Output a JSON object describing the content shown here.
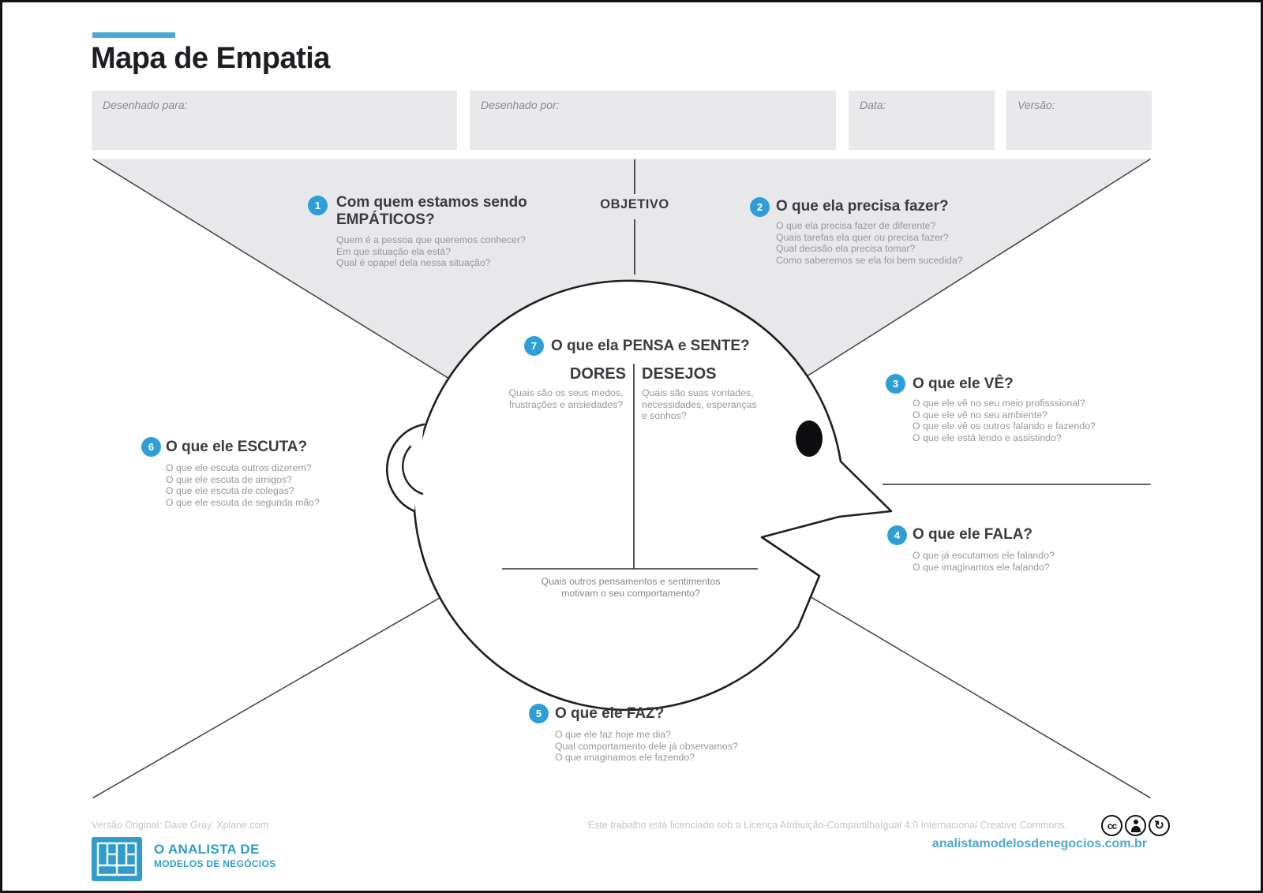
{
  "title": "Mapa de Empatia",
  "header_fields": {
    "f1": "Desenhado para:",
    "f2": "Desenhado por:",
    "f3": "Data:",
    "f4": "Versão:"
  },
  "objective_label": "OBJETIVO",
  "sections": {
    "s1": {
      "num": "1",
      "title_line1": "Com quem estamos sendo",
      "title_line2": "EMPÁTICOS?",
      "questions": [
        "Quem é a pessoa que queremos conhecer?",
        "Em que situação ela está?",
        "Qual é opapel dela nessa situação?"
      ]
    },
    "s2": {
      "num": "2",
      "title": "O que ela precisa fazer?",
      "questions": [
        "O que ela precisa fazer de diferente?",
        "Quais tarefas ela quer ou precisa fazer?",
        "Qual decisão ela precisa tomar?",
        "Como saberemos se ela foi bem sucedida?"
      ]
    },
    "s3": {
      "num": "3",
      "title": "O que ele VÊ?",
      "questions": [
        "O que ele vê no seu meio profisssional?",
        "O que ele vê no seu ambiente?",
        "O que ele vê os outros falando e fazendo?",
        "O que ele está lendo e assistindo?"
      ]
    },
    "s4": {
      "num": "4",
      "title": "O que ele FALA?",
      "questions": [
        "O que já escutamos ele falando?",
        "O que imaginamos ele falando?"
      ]
    },
    "s5": {
      "num": "5",
      "title": "O que ele FAZ?",
      "questions": [
        "O que ele faz hoje me dia?",
        "Qual comportamento dele já observamos?",
        "O que imaginamos ele fazendo?"
      ]
    },
    "s6": {
      "num": "6",
      "title": "O que ele ESCUTA?",
      "questions": [
        "O que ele escuta outros dizerem?",
        "O que ele escuta de amigos?",
        "O que ele escuta de colegas?",
        "O que ele escuta de segunda mão?"
      ]
    },
    "s7": {
      "num": "7",
      "title": "O que ela PENSA e SENTE?",
      "dores_label": "DORES",
      "desejos_label": "DESEJOS",
      "dores_questions": [
        "Quais são os seus medos,",
        "frustrações e ansiedades?"
      ],
      "desejos_questions": [
        "Quais são suas vontades,",
        "necessidades, esperanças",
        "e sonhos?"
      ],
      "bottom_question_line1": "Quais outros pensamentos e sentimentos",
      "bottom_question_line2": "motivam o seu comportamento?"
    }
  },
  "footer": {
    "original_credit": "Versão Original: Dave Gray, Xplane.com",
    "license": "Este trabalho está licenciado sob a Licença Atribuição-CompartilhaIgual 4.0 Internacional Creative Commons.",
    "cc_icons": [
      "cc-icon",
      "by-person-icon",
      "sa-arrow-icon"
    ],
    "cc_label": "cc",
    "sa_glyph": "↻",
    "logo_line1": "O ANALISTA DE",
    "logo_line2": "MODELOS DE NEGÓCIOS",
    "url": "analistamodelosdenegocios.com.br"
  },
  "colors": {
    "accent_blue": "#4BA7D3",
    "badge_blue": "#2E9FD6",
    "logo_blue": "#2F9CCB",
    "gray_fill": "#E8E8EA",
    "question_gray": "#97979D",
    "heading_dark": "#3A3A40"
  }
}
